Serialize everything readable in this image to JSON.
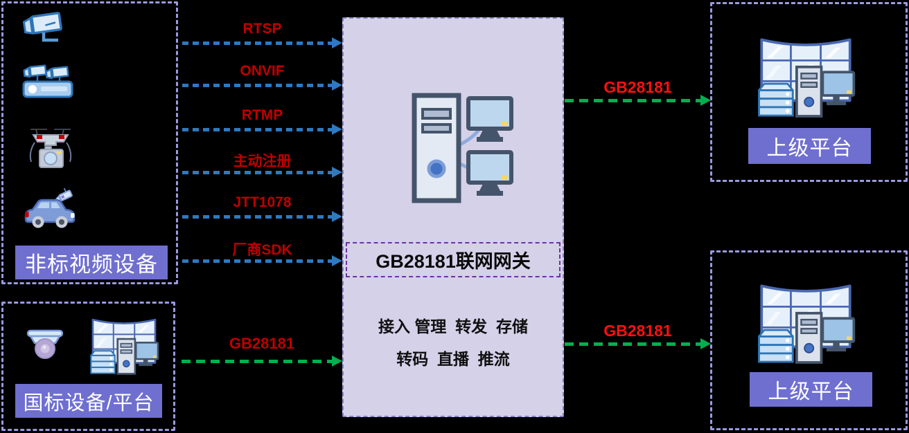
{
  "boxes": {
    "left_top": {
      "label": "非标视频设备",
      "icons": [
        "bullet-camera-icon",
        "nvr-cameras-icon",
        "drone-camera-icon",
        "vehicle-camera-icon"
      ]
    },
    "left_bottom": {
      "label": "国标设备/平台",
      "icons": [
        "dome-camera-icon",
        "video-wall-platform-icon"
      ]
    },
    "gateway": {
      "title": "GB28181联网网关",
      "features_line1": "接入 管理  转发  存储",
      "features_line2": "转码  直播  推流",
      "icon": "gateway-server-icon"
    },
    "right_top": {
      "label": "上级平台",
      "icon": "video-wall-platform-icon"
    },
    "right_bottom": {
      "label": "上级平台",
      "icon": "video-wall-platform-icon"
    }
  },
  "arrows": {
    "protocols": [
      {
        "label": "RTSP"
      },
      {
        "label": "ONVIF"
      },
      {
        "label": "RTMP"
      },
      {
        "label": "主动注册"
      },
      {
        "label": "JTT1078"
      },
      {
        "label": "厂商SDK"
      }
    ],
    "gb_in": {
      "label": "GB28181"
    },
    "gb_out_top": {
      "label": "GB28181"
    },
    "gb_out_bottom": {
      "label": "GB28181"
    }
  },
  "colors": {
    "box_border": "#9A9ADF",
    "badge_purple": "#6F6FD0",
    "gateway_fill": "#D4D1E9",
    "gateway_inner_border": "#7030A0",
    "arrow_blue": "#2E79C0",
    "arrow_green": "#00B050",
    "protocol_label_red": "#C00000",
    "gb_label_bright_red": "#FF1010"
  }
}
